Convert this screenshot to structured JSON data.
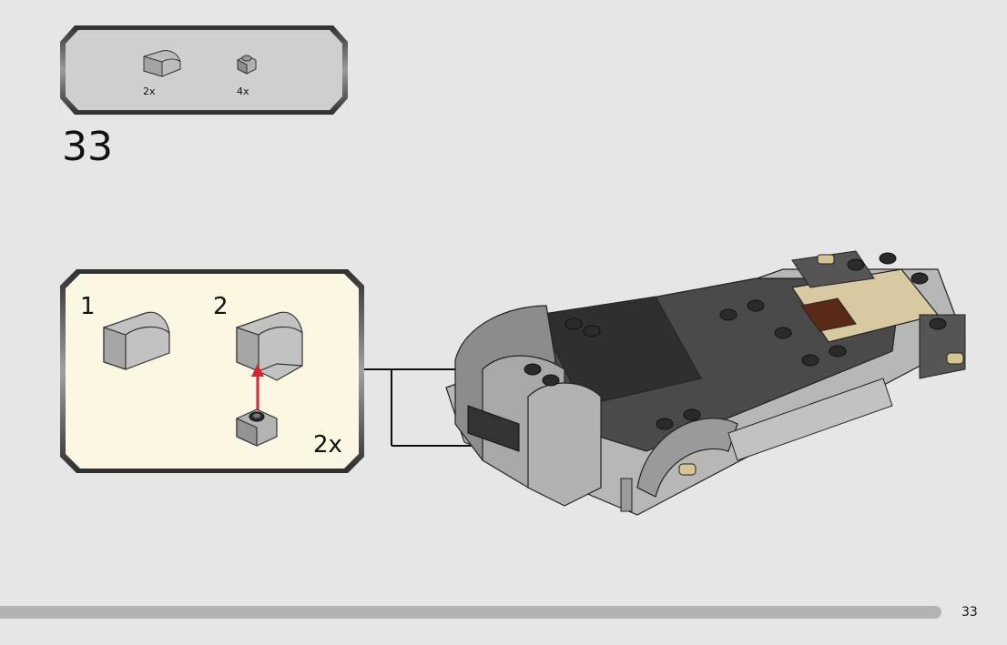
{
  "parts_list": {
    "items": [
      {
        "part": "grey-curved-slope-brick-icon",
        "qty": "2x"
      },
      {
        "part": "grey-1x1-plate-icon",
        "qty": "4x"
      }
    ]
  },
  "step": {
    "number": "33"
  },
  "sub_assembly": {
    "steps": [
      {
        "number": "1"
      },
      {
        "number": "2"
      }
    ],
    "multiplier": "2x",
    "arrow_color": "#d7262e"
  },
  "footer": {
    "page_number": "33",
    "progress": 0.94
  },
  "colors": {
    "page_bg": "#e6e6e6",
    "parts_bg": "#cfcfcf",
    "sub_bg": "#fbf7e2",
    "frame": "#3a3a3a"
  }
}
